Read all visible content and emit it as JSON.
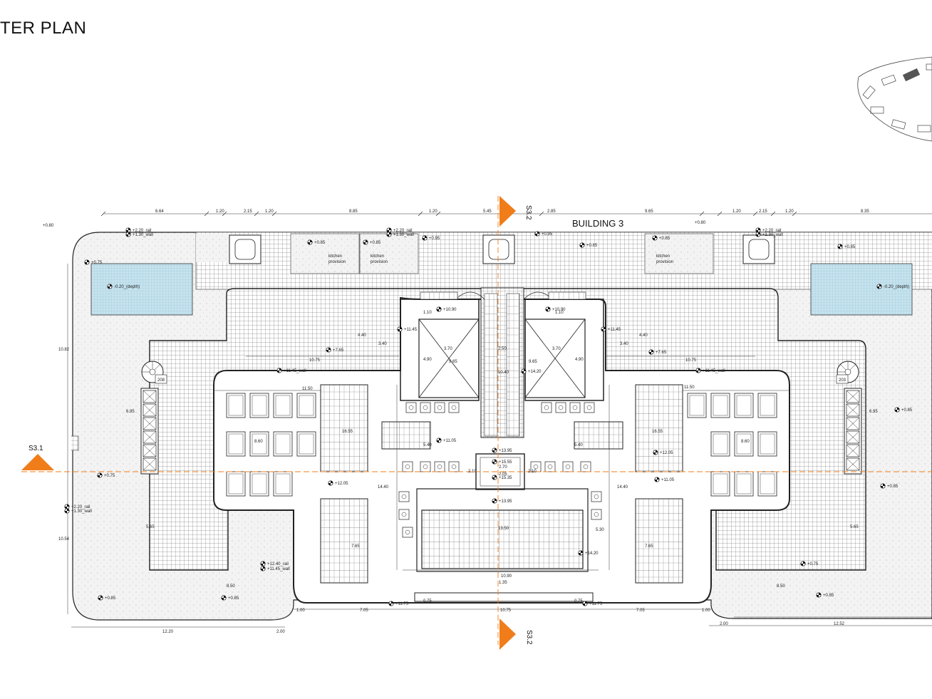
{
  "header": {
    "title": "TER PLAN"
  },
  "building_label": "BUILDING 3",
  "sections": {
    "s32_top": "S3.2",
    "s32_bottom": "S3.2",
    "s31": "S3.1"
  },
  "colors": {
    "section_marker": "#f07d1a",
    "line": "#222222",
    "paving": "#f2f2f2",
    "pool": "#b9dceb"
  },
  "room_labels": {
    "kitchen_left": [
      "kitchen",
      "provision"
    ],
    "kitchen_mid": [
      "kitchen",
      "provision"
    ],
    "kitchen_right": [
      "kitchen",
      "provision"
    ],
    "room_208": "208",
    "room_203": "203"
  },
  "levels": {
    "l_left_top": "+0.80",
    "l_pool_left_mark": "+0.75",
    "l_pool_left": "-0.20_(depth)",
    "l_pool_right": "-0.20_(depth)",
    "l_rail_left": "+2.20_rail",
    "l_rail_left2": "+1.30_wall",
    "l_rail_mid": "+2.20_rail",
    "l_rail_mid2": "+1.30_wall",
    "l_rail_right": "+2.20_rail",
    "l_rail_right2": "+1.30_wall",
    "l_085_a": "+0.85",
    "l_085_b": "+0.85",
    "l_085_c": "+0.85",
    "l_085_d": "+0.85",
    "l_095_a": "+0.95",
    "l_095_b": "+0.95",
    "l_1090": "+10.90",
    "l_1090_r": "+10.90",
    "l_1145": "+11.45",
    "l_1145_r": "+11.45",
    "l_765": "+7.65",
    "l_765_r": "+7.65",
    "l_1145w": "+11.45_wall",
    "l_1145w_r": "+11.45_wall",
    "l_1105": "+11.05",
    "l_1105_r": "+11.05",
    "l_1395": "+13.95",
    "l_1535": "+15.35",
    "l_1555": "+15.55",
    "l_1395b": "+13.95",
    "l_1205": "+12.05",
    "l_1205_r": "+12.05",
    "l_1420": "+14.20",
    "l_1420b": "+14.20",
    "l_1175": "+11.75",
    "l_1175_r": "+11.75",
    "l_085_bl": "+0.85",
    "l_085_bl2": "+0.85",
    "l_085_br": "+0.85",
    "l_085_rr": "+0.85",
    "l_085_rr2": "+0.85",
    "l_085_side": "+0.85",
    "l_1240": "+12.40_rail",
    "l_1240w": "+11.45_wall",
    "l_0310": "+0.75",
    "l_0310b": "+0.75",
    "l_left_rail": "+2.20_rail",
    "l_left_rail2": "+1.30_wall",
    "l_080_r": "+0.80"
  },
  "dimensions": {
    "top": [
      "6.64",
      "1.20",
      "2.15",
      "1.20",
      "8.85",
      "1.20",
      "5.45",
      "2.85",
      "9.65",
      "1.20",
      "2.15",
      "1.20",
      "8.35"
    ],
    "bottom_left": [
      "12.20",
      "2.00"
    ],
    "bottom_right": [
      "2.00",
      "12.52"
    ],
    "left_vertical": [
      "10.82",
      "10.54"
    ],
    "bottom_mid": [
      "1.00",
      "7.05",
      "0.75",
      "10.75",
      "0.75",
      "7.05",
      "1.00"
    ],
    "center": [
      "11.50",
      "11.50",
      "14.40",
      "14.40",
      "10.75",
      "10.75",
      "9.65",
      "9.65",
      "3.70",
      "3.70",
      "4.90",
      "4.90",
      "10.40",
      "2.50",
      "13.50",
      "10.90",
      "1.35",
      "8.60",
      "8.60",
      "16.55",
      "16.55",
      "7.65",
      "7.65",
      "5.30",
      "5.65",
      "5.65",
      "6.95",
      "6.95",
      "4.40",
      "4.40",
      "3.40",
      "3.40",
      "2.70",
      "2.05",
      "2.10",
      "2.10",
      "5.40",
      "5.40",
      "1.10",
      "1.10",
      "8.50",
      "8.50"
    ]
  }
}
